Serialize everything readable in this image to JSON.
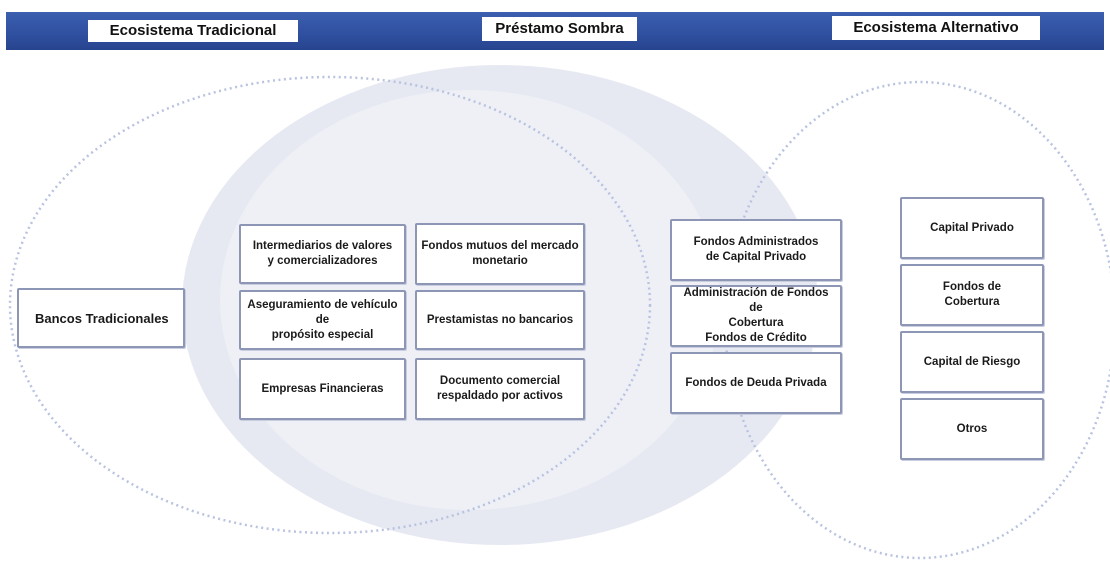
{
  "headers": {
    "traditional": "Ecosistema Tradicional",
    "shadow": "Préstamo Sombra",
    "alternative": "Ecosistema Alternativo"
  },
  "traditional": {
    "banks": "Bancos Tradicionales"
  },
  "shadow_items": [
    "Intermediarios de valores\ny comercializadores",
    "Fondos mutuos del mercado\nmonetario",
    "Aseguramiento de vehículo de\npropósito especial",
    "Prestamistas no bancarios",
    "Empresas Financieras",
    "Documento comercial\nrespaldado por activos"
  ],
  "overlap_items": [
    "Fondos Administrados\nde Capital Privado",
    "Administración de Fondos de\nCobertura\nFondos de Crédito",
    "Fondos de Deuda Privada"
  ],
  "alternative_items": [
    "Capital Privado",
    "Fondos de\nCobertura",
    "Capital de Riesgo",
    "Otros"
  ],
  "colors": {
    "header_bar": "#2f4f9f",
    "shadow_ellipse": "#e6e9f2",
    "box_border": "#8e96b6",
    "dotted_circle": "#b9c3e0"
  }
}
